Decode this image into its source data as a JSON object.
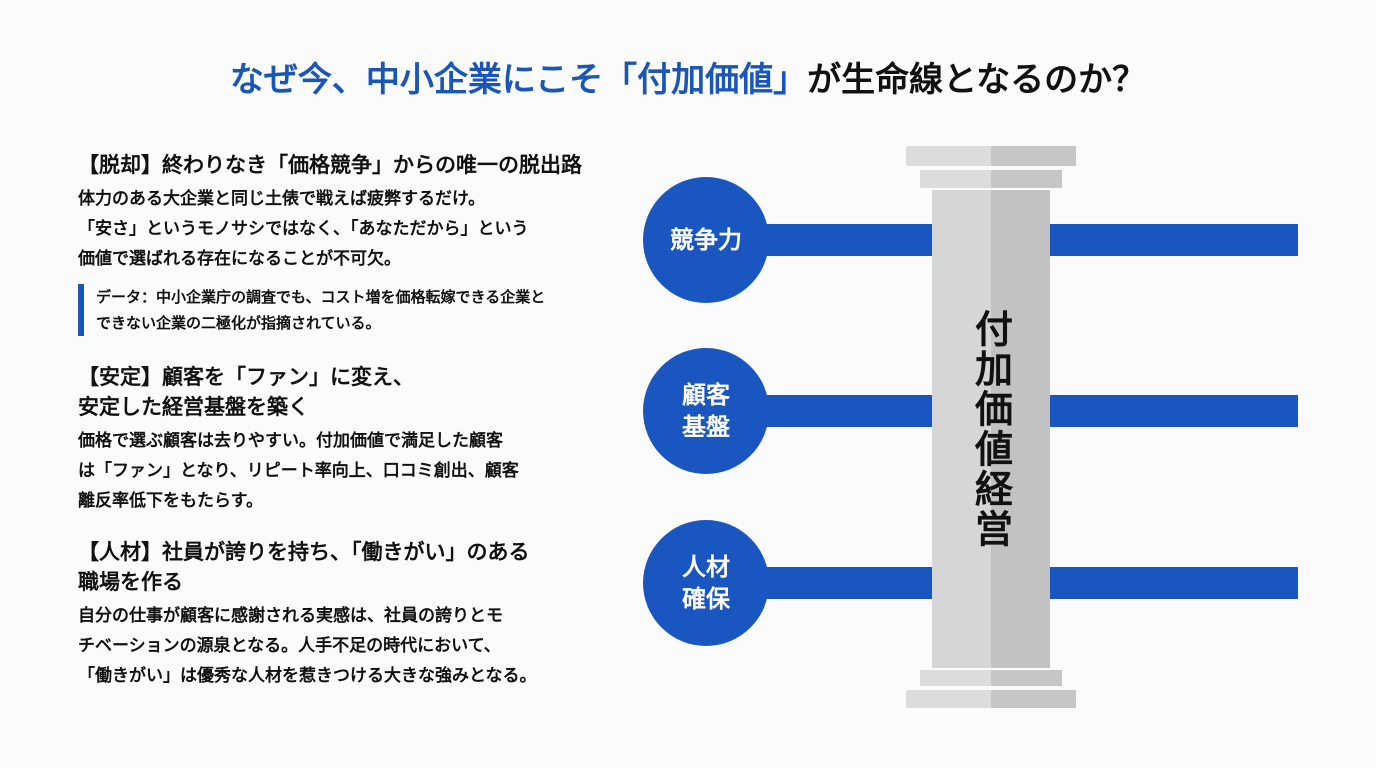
{
  "title": {
    "blue": "なぜ今、中小企業にこそ「付加価値」",
    "black": "が生命線となるのか？"
  },
  "sections": [
    {
      "heading": "【脱却】終わりなき「価格競争」からの唯一の脱出路",
      "body": [
        "体力のある大企業と同じ土俵で戦えば疲弊するだけ。",
        "「安さ」というモノサシではなく、「あなただから」という",
        "価値で選ばれる存在になることが不可欠。"
      ],
      "note": [
        "データ：中小企業庁の調査でも、コスト増を価格転嫁できる企業と",
        "できない企業の二極化が指摘されている。"
      ]
    },
    {
      "heading": [
        "【安定】顧客を「ファン」に変え、",
        "安定した経営基盤を築く"
      ],
      "body": [
        "価格で選ぶ顧客は去りやすい。付加価値で満足した顧客",
        "は「ファン」となり、リピート率向上、口コミ創出、顧客",
        "離反率低下をもたらす。"
      ]
    },
    {
      "heading": [
        "【人材】社員が誇りを持ち、「働きがい」のある",
        "職場を作る"
      ],
      "body": [
        "自分の仕事が顧客に感謝される実感は、社員の誇りとモ",
        "チベーションの源泉となる。人手不足の時代において、",
        "「働きがい」は優秀な人材を惹きつける大きな強みとなる。"
      ]
    }
  ],
  "diagram": {
    "pillar": "付加価値経営",
    "circles": [
      [
        "競争力"
      ],
      [
        "顧客",
        "基盤"
      ],
      [
        "人材",
        "確保"
      ]
    ]
  },
  "colors": {
    "accent": "#1a56c0"
  }
}
